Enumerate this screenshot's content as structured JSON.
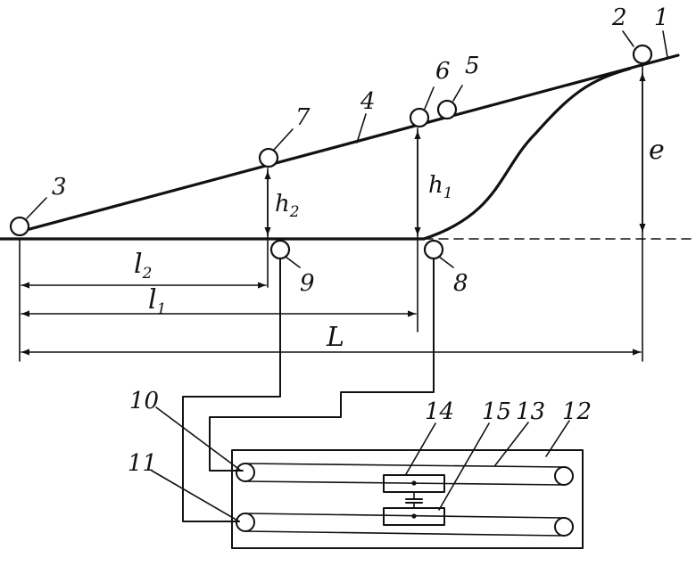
{
  "labels": {
    "n1": "1",
    "n2": "2",
    "n3": "3",
    "n4": "4",
    "n5": "5",
    "n6": "6",
    "n7": "7",
    "n8": "8",
    "n9": "9",
    "n10": "10",
    "n11": "11",
    "n12": "12",
    "n13": "13",
    "n14": "14",
    "n15": "15"
  },
  "dimensions": {
    "e": "e",
    "h": "h",
    "h1_sub": "1",
    "h2_sub": "2",
    "l": "l",
    "l1_sub": "1",
    "l2_sub": "2",
    "L": "L"
  },
  "colors": {
    "ink": "#111111",
    "paper": "#ffffff"
  }
}
